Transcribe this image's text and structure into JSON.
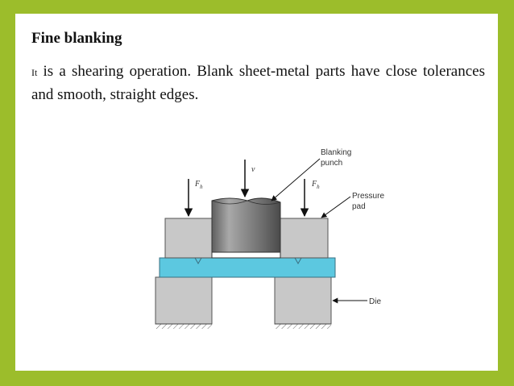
{
  "slide": {
    "title": "Fine blanking",
    "body_lead": "It",
    "body_rest": " is a shearing operation. Blank sheet-metal parts have close tolerances and smooth, straight edges."
  },
  "figure": {
    "labels": {
      "punch_line1": "Blanking",
      "punch_line2": "punch",
      "pad_line1": "Pressure",
      "pad_line2": "pad",
      "die": "Die",
      "velocity": "v",
      "force_left": "F",
      "force_left_sub": "h",
      "force_right": "F",
      "force_right_sub": "h"
    },
    "colors": {
      "background": "#9cbd2b",
      "sheet": "#5cc8e0",
      "pad_die": "#c8c8c8",
      "punch": "#8a8a8a"
    }
  }
}
